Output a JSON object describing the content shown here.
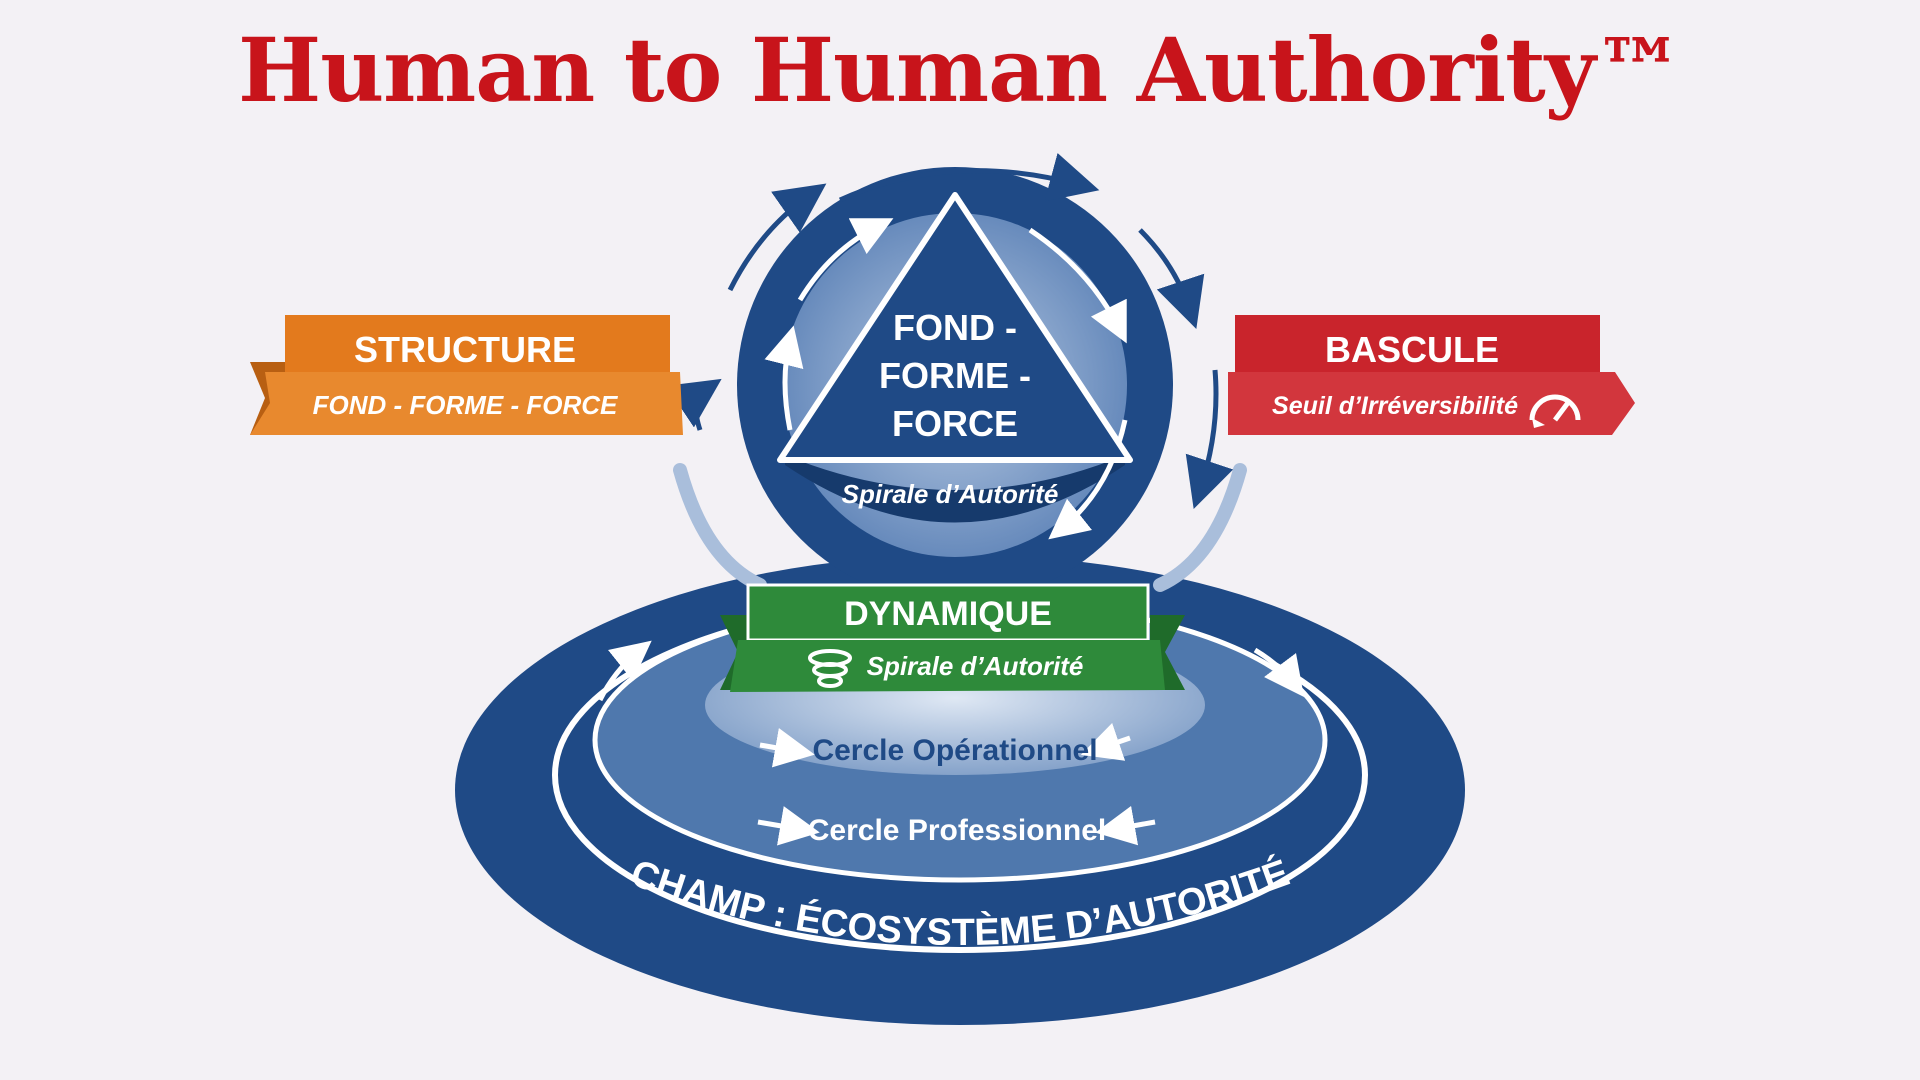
{
  "title": "Human to Human Authority™",
  "colors": {
    "title": "#c8141b",
    "navy": "#1f4a86",
    "navy_dark": "#163a6c",
    "mid_blue": "#4f78ad",
    "light_blue": "#8eaad0",
    "structure": "#e37a1d",
    "bascule": "#c9242c",
    "dynamique": "#2e8a3a",
    "white": "#ffffff"
  },
  "structure": {
    "title": "STRUCTURE",
    "subtitle": "FOND - FORME - FORCE"
  },
  "bascule": {
    "title": "BASCULE",
    "subtitle": "Seuil d’Irréversibilité",
    "icon": "gauge-icon"
  },
  "triangle": {
    "line1": "FOND -",
    "line2": "FORME -",
    "line3": "FORCE"
  },
  "sphere_label": "Spirale d’Autorité",
  "dynamique": {
    "title": "DYNAMIQUE",
    "subtitle": "Spirale d’Autorité",
    "icon": "spiral-icon"
  },
  "circles": {
    "operationnel": "Cercle Opérationnel",
    "professionnel": "Cercle Professionnel",
    "champ": "CHAMP : ÉCOSYSTÈME D’AUTORITÉ"
  }
}
